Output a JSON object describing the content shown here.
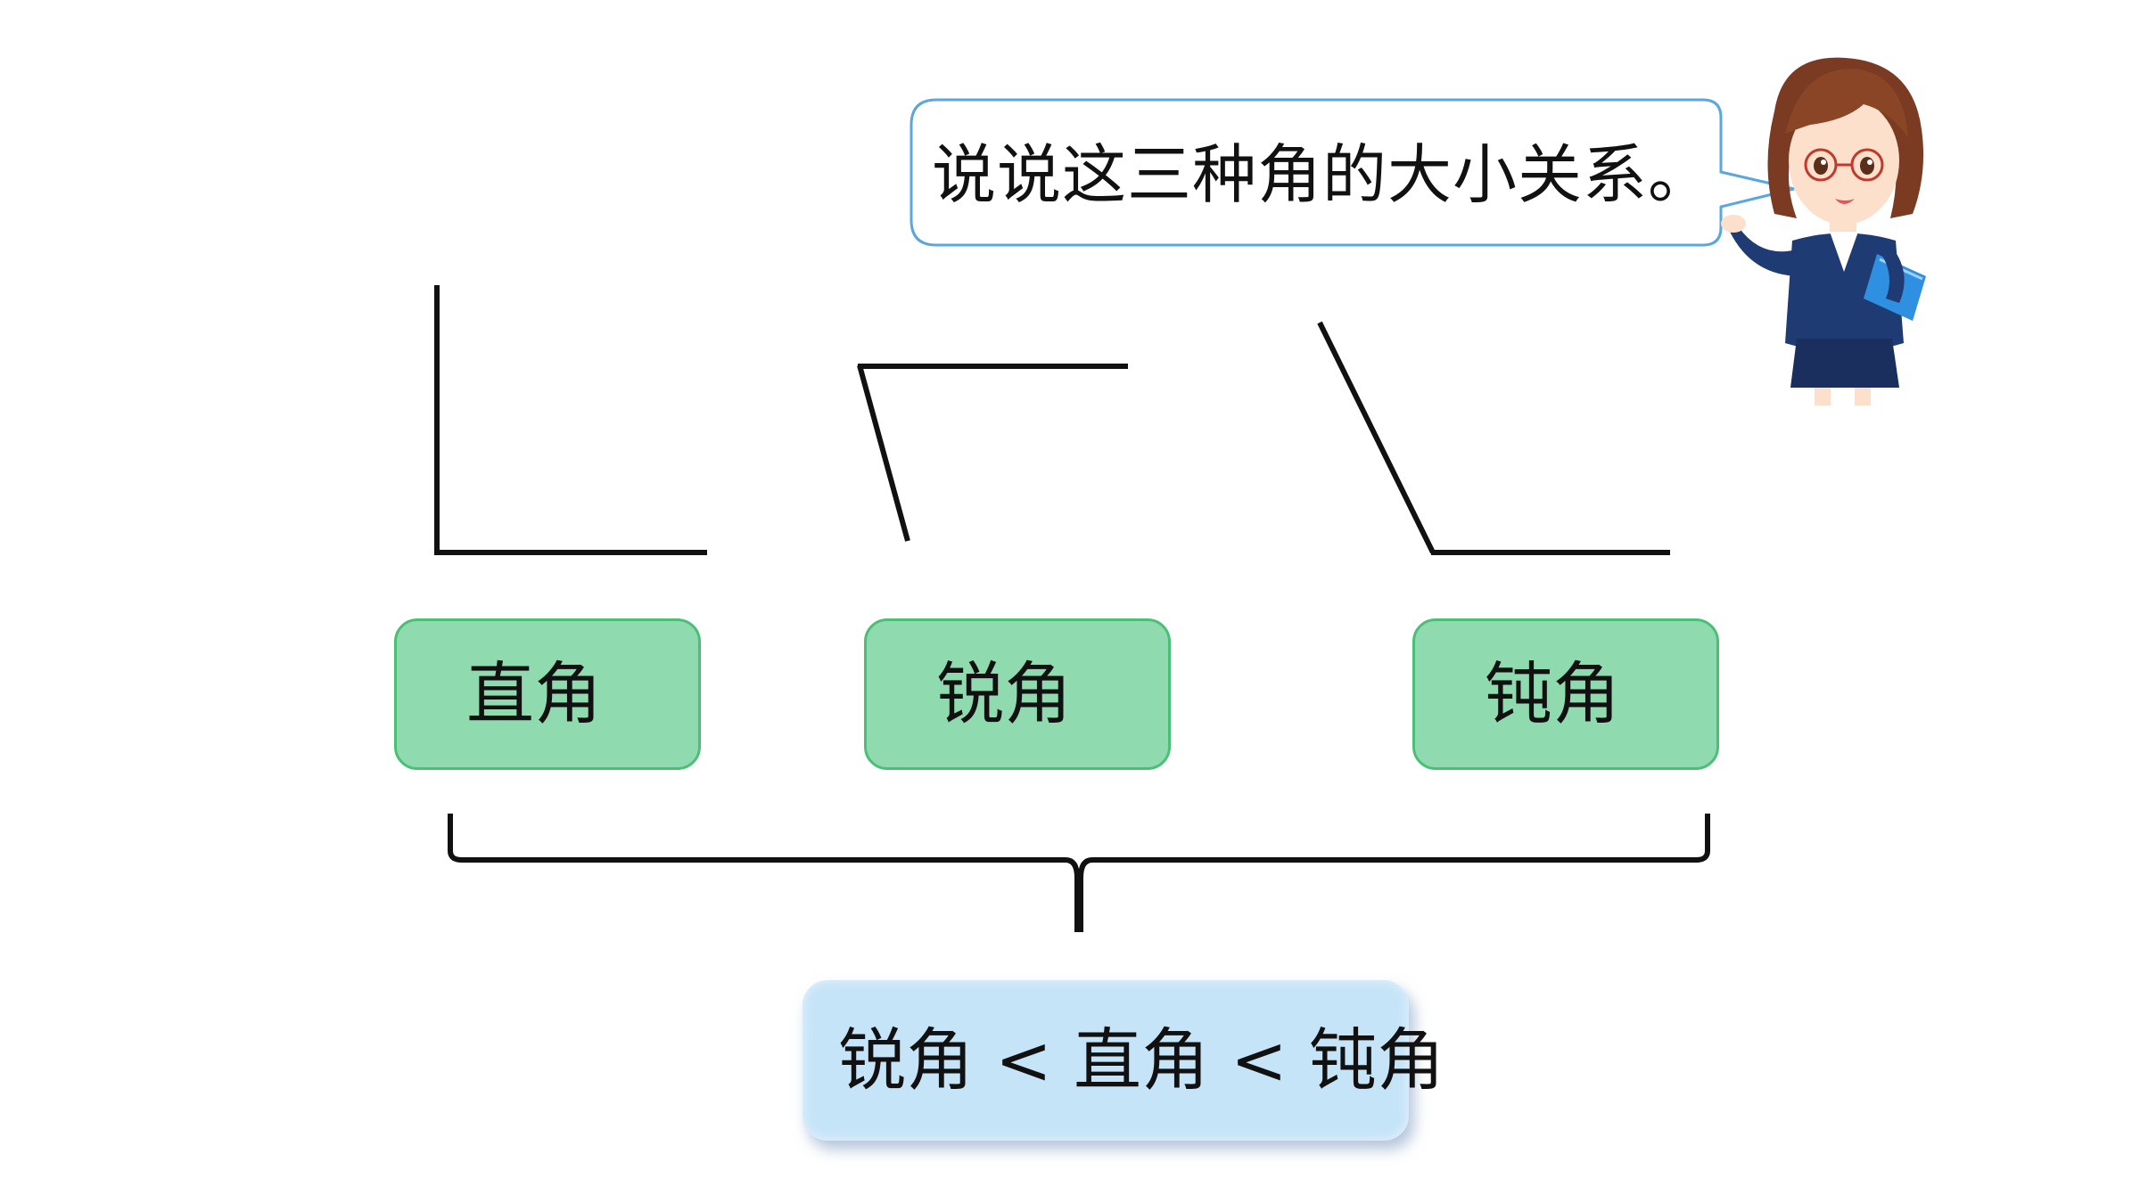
{
  "speech": {
    "text": "说说这三种角的大小关系。"
  },
  "labels": {
    "right": "直角",
    "acute": "锐角",
    "obtuse": "钝角"
  },
  "result": {
    "text": "锐角 < 直角 < 钝角"
  },
  "colors": {
    "label_fill": "#8fdbaf",
    "label_border": "#4cbf77",
    "result_fill": "#c6e4f8",
    "bubble_border": "#5aa7df"
  }
}
